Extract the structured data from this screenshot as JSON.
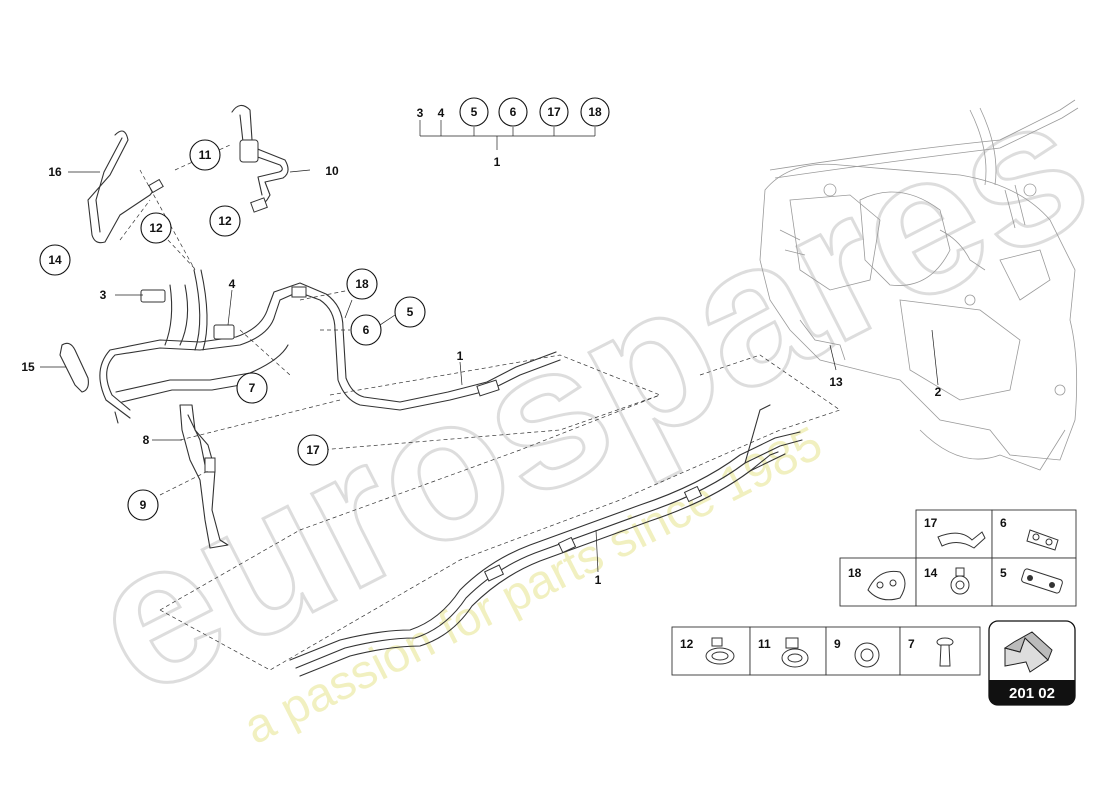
{
  "watermark": {
    "brand": "eurospares",
    "tagline": "a passion for parts since 1985"
  },
  "group": {
    "label": "1",
    "members": [
      "3",
      "4",
      "5",
      "6",
      "17",
      "18"
    ]
  },
  "callouts": {
    "c16": "16",
    "c14": "14",
    "c11": "11",
    "c10": "10",
    "c12a": "12",
    "c12b": "12",
    "c3": "3",
    "c4": "4",
    "c18": "18",
    "c5": "5",
    "c6": "6",
    "c7": "7",
    "c15": "15",
    "c1a": "1",
    "c8": "8",
    "c9": "9",
    "c17": "17",
    "c13": "13",
    "c2": "2",
    "c1b": "1"
  },
  "legend": {
    "row1": [
      {
        "num": "17",
        "icon": "hose-icon"
      },
      {
        "num": "6",
        "icon": "double-clip-icon"
      }
    ],
    "row2": [
      {
        "num": "18",
        "icon": "holder-icon"
      },
      {
        "num": "14",
        "icon": "clamp-icon"
      },
      {
        "num": "5",
        "icon": "connector-icon"
      }
    ],
    "row3": [
      {
        "num": "12",
        "icon": "hose-clamp-icon"
      },
      {
        "num": "11",
        "icon": "spring-clamp-icon"
      },
      {
        "num": "9",
        "icon": "grommet-icon"
      },
      {
        "num": "7",
        "icon": "rivet-icon"
      }
    ]
  },
  "badge": {
    "code": "201 02",
    "icon": "arrow-icon"
  }
}
